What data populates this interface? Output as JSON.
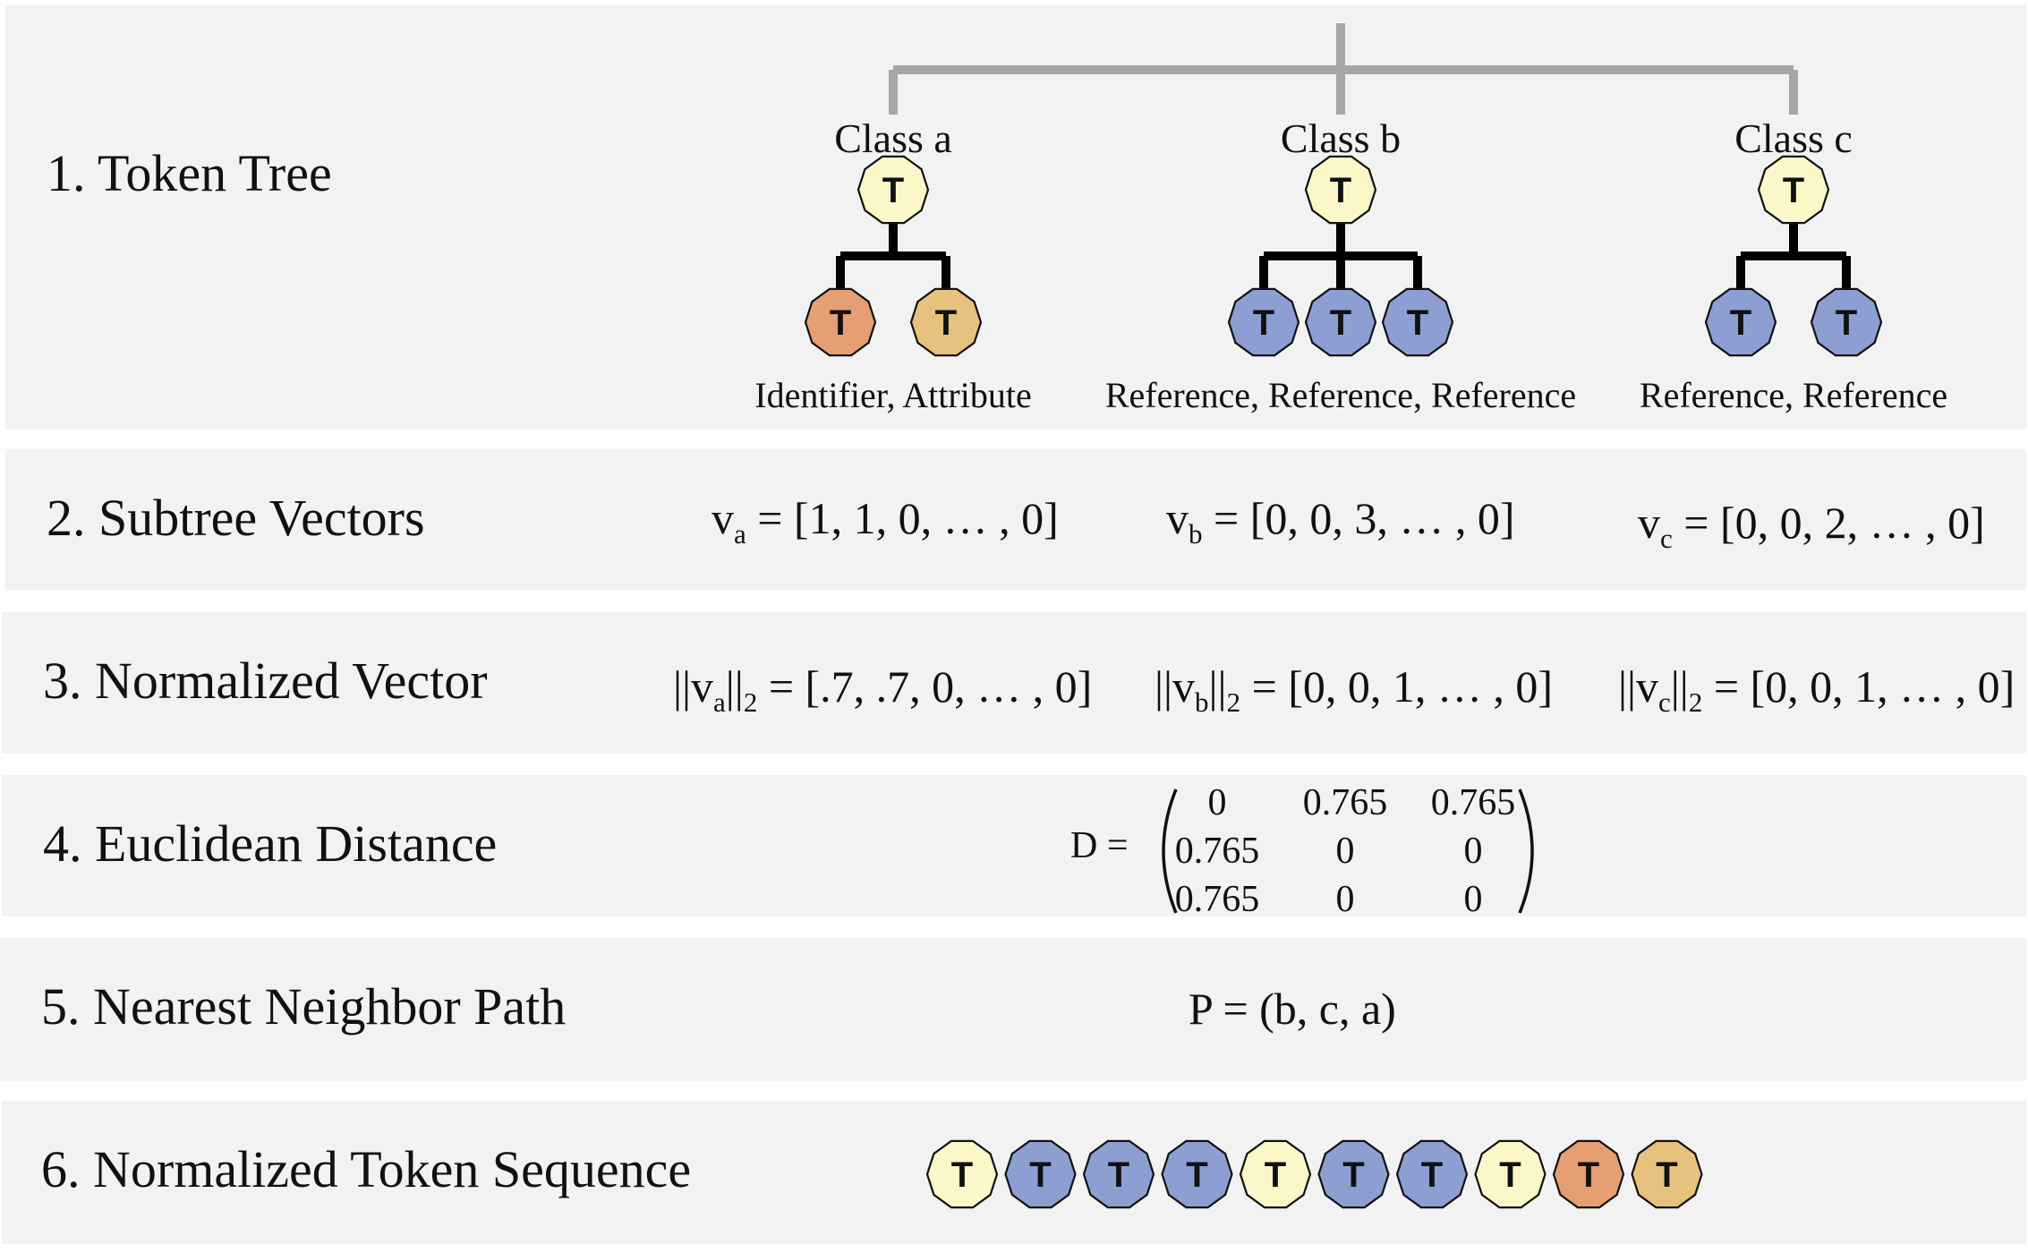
{
  "colors": {
    "band": "#f2f2f2",
    "root_token": "#fbf7c9",
    "identifier_token": "#e69e73",
    "attribute_token": "#e7c27e",
    "reference_token": "#8c9ed2",
    "tree_top_line": "#a6a6a6",
    "tree_child_line": "#000000"
  },
  "steps": [
    {
      "label": "1. Token Tree"
    },
    {
      "label": "2. Subtree Vectors"
    },
    {
      "label": "3. Normalized Vector"
    },
    {
      "label": "4. Euclidean Distance"
    },
    {
      "label": "5. Nearest Neighbor Path"
    },
    {
      "label": "6. Normalized Token Sequence"
    }
  ],
  "token_glyph": "T",
  "tree": {
    "classes": [
      {
        "label": "Class a",
        "children": [
          "identifier",
          "attribute"
        ],
        "caption": "Identifier, Attribute"
      },
      {
        "label": "Class b",
        "children": [
          "reference",
          "reference",
          "reference"
        ],
        "caption": "Reference, Reference, Reference"
      },
      {
        "label": "Class c",
        "children": [
          "reference",
          "reference"
        ],
        "caption": "Reference, Reference"
      }
    ]
  },
  "subtree_vectors": [
    {
      "name": "v",
      "sub": "a",
      "rhs": " = [1, 1, 0, … , 0]"
    },
    {
      "name": "v",
      "sub": "b",
      "rhs": " = [0, 0, 3, … , 0]"
    },
    {
      "name": "v",
      "sub": "c",
      "rhs": " = [0, 0, 2, … , 0]"
    }
  ],
  "normalized_vectors": [
    {
      "pre": "||v",
      "sub": "a",
      "mid": "||",
      "sub2": "2",
      "rhs": " = [.7, .7, 0, … , 0]"
    },
    {
      "pre": "||v",
      "sub": "b",
      "mid": "||",
      "sub2": "2",
      "rhs": " = [0, 0, 1, … , 0]"
    },
    {
      "pre": "||v",
      "sub": "c",
      "mid": "||",
      "sub2": "2",
      "rhs": " = [0, 0, 1, … , 0]"
    }
  ],
  "distance": {
    "lhs": "D =",
    "matrix": [
      [
        "0",
        "0.765",
        "0.765"
      ],
      [
        "0.765",
        "0",
        "0"
      ],
      [
        "0.765",
        "0",
        "0"
      ]
    ]
  },
  "path": {
    "text": "P = (b, c, a)"
  },
  "sequence": [
    "root",
    "reference",
    "reference",
    "reference",
    "root",
    "reference",
    "reference",
    "root",
    "identifier",
    "attribute"
  ]
}
